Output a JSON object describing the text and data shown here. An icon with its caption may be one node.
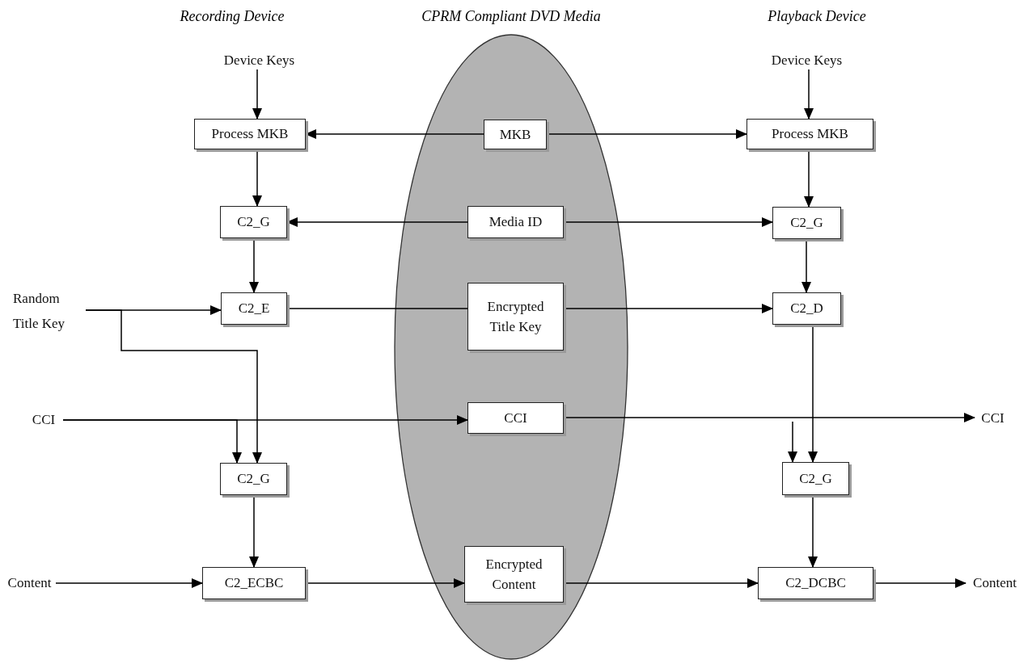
{
  "diagram": {
    "nodes": [
      {
        "text": [],
        "shape": "ellipse"
      },
      {
        "text": [
          "Device Keys"
        ]
      },
      {
        "text": [
          "Device Keys"
        ]
      },
      {
        "text": [
          "Process MKB"
        ]
      },
      {
        "text": [
          "MKB"
        ],
        "in": 0
      },
      {
        "text": [
          "Process MKB"
        ]
      },
      {
        "text": [
          "C2_G"
        ]
      },
      {
        "text": [
          "Media ID"
        ],
        "in": 0
      },
      {
        "text": [
          "C2_G"
        ]
      },
      {
        "text": [
          "Random Title Key"
        ]
      },
      {
        "text": [
          "C2_E"
        ]
      },
      {
        "text": [
          "Encrypted Title Key"
        ],
        "in": 0
      },
      {
        "text": [
          "C2_D"
        ]
      },
      {
        "text": [
          "CCI"
        ]
      },
      {
        "text": [
          "CCI"
        ],
        "in": 0
      },
      {
        "text": [
          "CCI"
        ]
      },
      {
        "text": [
          "C2_G"
        ]
      },
      {
        "text": [
          "C2_G"
        ]
      },
      {
        "text": [
          "Content"
        ]
      },
      {
        "text": [
          "C2_ECBC"
        ]
      },
      {
        "text": [
          "Encrypted Content"
        ],
        "in": 0
      },
      {
        "text": [
          "C2_DCBC"
        ]
      },
      {
        "text": [
          "Content"
        ]
      }
    ],
    "edges": [
      {
        "from": 1,
        "to": 3,
        "arrow": "to"
      },
      {
        "from": 4,
        "to": 3,
        "arrow": "to"
      },
      {
        "from": 4,
        "to": 5,
        "arrow": "to"
      },
      {
        "from": 2,
        "to": 5,
        "arrow": "to"
      },
      {
        "from": 3,
        "to": 6,
        "arrow": "to"
      },
      {
        "from": 7,
        "to": 6,
        "arrow": "to"
      },
      {
        "from": 7,
        "to": 8,
        "arrow": "to"
      },
      {
        "from": 5,
        "to": 8,
        "arrow": "to"
      },
      {
        "from": 6,
        "to": 10,
        "arrow": "to"
      },
      {
        "from": 9,
        "to": 10,
        "arrow": "to"
      },
      {
        "from": 10,
        "to": 11,
        "arrow": "none"
      },
      {
        "from": 11,
        "to": 12,
        "arrow": "to"
      },
      {
        "from": 9,
        "to": 16,
        "arrow": "to"
      },
      {
        "from": 8,
        "to": 12,
        "arrow": "to"
      },
      {
        "from": 13,
        "to": 14,
        "arrow": "to"
      },
      {
        "from": 13,
        "to": 16,
        "arrow": "to"
      },
      {
        "from": 14,
        "to": 15,
        "arrow": "to"
      },
      {
        "from": 12,
        "to": 17,
        "arrow": "to"
      },
      {
        "from": null,
        "to": 17,
        "arrow": "to"
      },
      {
        "from": 16,
        "to": 19,
        "arrow": "to"
      },
      {
        "from": 18,
        "to": 19,
        "arrow": "to"
      },
      {
        "from": 19,
        "to": 20,
        "arrow": "to"
      },
      {
        "from": 20,
        "to": 21,
        "arrow": "to"
      },
      {
        "from": 21,
        "to": 22,
        "arrow": "to"
      },
      {
        "from": 17,
        "to": 21,
        "arrow": "to"
      }
    ],
    "labels": [
      "Recording Device",
      "CPRM Compliant DVD Media",
      "Playback Device"
    ]
  }
}
